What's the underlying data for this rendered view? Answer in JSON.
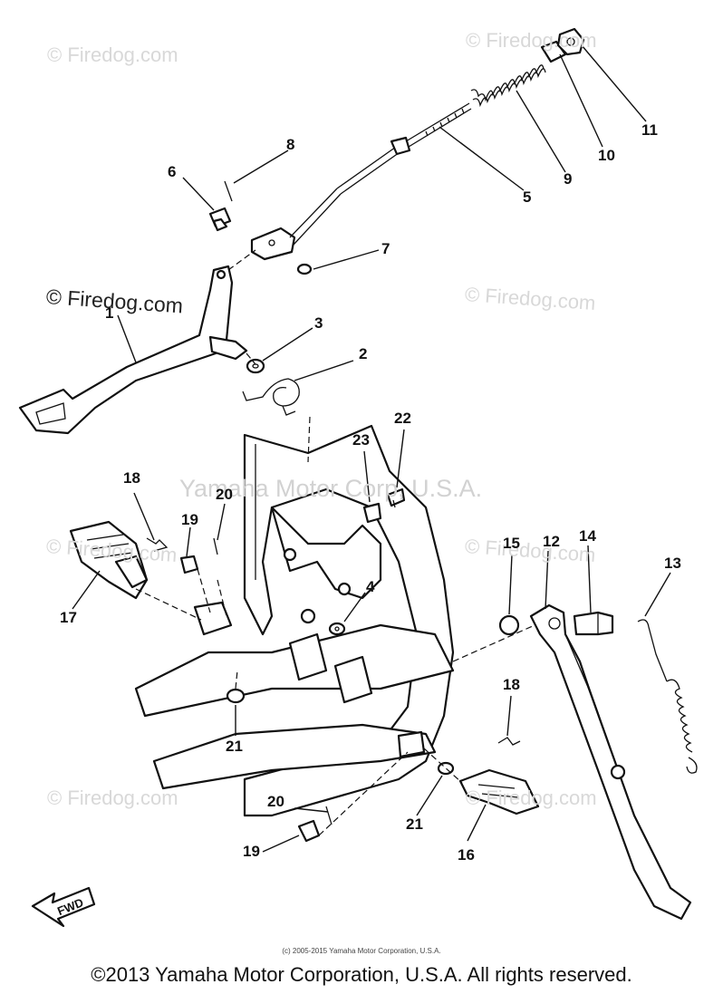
{
  "watermarks": [
    "© Firedog.com",
    "© Firedog.com",
    "© Firedog.com",
    "© Firedog.com",
    "© Firedog.com",
    "© Firedog.com",
    "© Firedog.com",
    "© Firedog.com"
  ],
  "center_watermark": "Yamaha Motor Corp, U.S.A.",
  "callouts": [
    "1",
    "2",
    "3",
    "4",
    "5",
    "6",
    "7",
    "8",
    "9",
    "10",
    "11",
    "12",
    "13",
    "14",
    "15",
    "16",
    "17",
    "18",
    "18",
    "19",
    "19",
    "20",
    "20",
    "21",
    "21",
    "22",
    "23"
  ],
  "fwd_label": "FWD",
  "small_copyright": "(c) 2005-2015 Yamaha Motor Corporation, U.S.A.",
  "footer_copyright": "©2013 Yamaha Motor Corporation, U.S.A. All rights reserved."
}
